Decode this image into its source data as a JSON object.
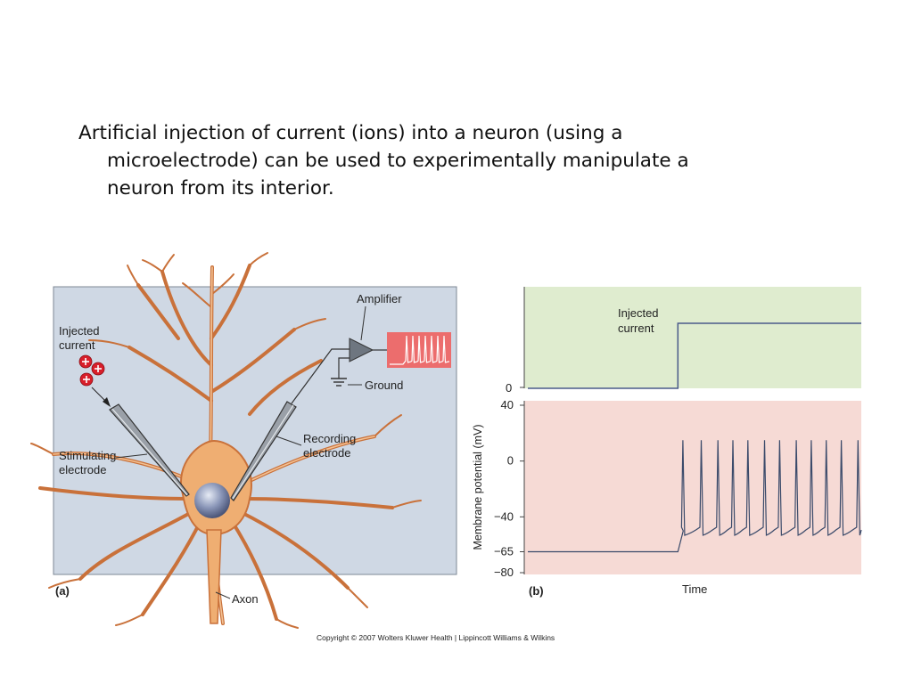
{
  "caption": {
    "line1": "Artificial injection of current (ions) into a neuron (using a",
    "line2": "microelectrode) can be used to experimentally manipulate a",
    "line3": "neuron from its interior."
  },
  "panel_a": {
    "label": "(a)",
    "injected_current": [
      "Injected",
      "current"
    ],
    "amplifier": "Amplifier",
    "ground": "Ground",
    "recording_electrode": [
      "Recording",
      "electrode"
    ],
    "stimulating_electrode": [
      "Stimulating",
      "electrode"
    ],
    "axon": "Axon",
    "colors": {
      "background": "#cfd8e4",
      "neuron": "#efae72",
      "nucleus": "#8a96b8",
      "ions": "#d81e2a",
      "trace_box": "#ec6d6d"
    }
  },
  "panel_b": {
    "label": "(b)",
    "injected_current": [
      "Injected",
      "current"
    ],
    "current_zero_tick": "0",
    "ylabel": "Membrane potential (mV)",
    "xlabel": "Time",
    "y_ticks": [
      "40",
      "0",
      "−40",
      "−65",
      "−80"
    ],
    "colors": {
      "current_bg": "#dfeccf",
      "voltage_bg": "#f6dad5",
      "trace": "#3a4a6a"
    }
  },
  "copyright": "Copyright © 2007 Wolters Kluwer Health | Lippincott Williams & Wilkins",
  "chart_data": {
    "type": "line",
    "xlabel": "Time",
    "ylabel": "Membrane potential (mV)",
    "ylim": [
      -80,
      40
    ],
    "y_ticks": [
      40,
      0,
      -40,
      -65,
      -80
    ],
    "series": [
      {
        "name": "Injected current",
        "x": [
          0,
          0.45,
          0.45,
          1.0
        ],
        "values": [
          0,
          0,
          1,
          1
        ]
      }
    ],
    "resting_potential": -65,
    "depolarized_baseline": -50,
    "spike_peak": 15,
    "spike_times": [
      0.465,
      0.52,
      0.57,
      0.615,
      0.66,
      0.71,
      0.755,
      0.805,
      0.85,
      0.895,
      0.94,
      0.99
    ]
  }
}
